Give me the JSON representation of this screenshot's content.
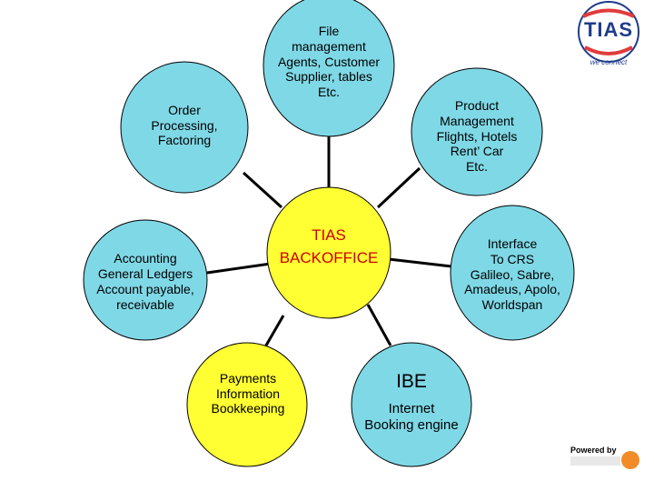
{
  "center": {
    "line1": "TIAS",
    "line2": "BACKOFFICE"
  },
  "nodes": {
    "file": [
      "File",
      "management",
      "Agents, Customer",
      "Supplier, tables",
      "Etc."
    ],
    "order": [
      "Order",
      "Processing,",
      "Factoring"
    ],
    "product": [
      "Product",
      "Management",
      "Flights, Hotels",
      "Rent’ Car",
      "Etc."
    ],
    "accounting": [
      "Accounting",
      "General Ledgers",
      "Account payable,",
      "receivable"
    ],
    "interface": [
      "Interface",
      "To CRS",
      "Galileo, Sabre,",
      "Amadeus, Apolo,",
      "Worldspan"
    ],
    "payments": [
      "Payments",
      "Information",
      "Bookkeeping"
    ],
    "ibe": {
      "title": "IBE",
      "sub": [
        "Internet",
        "Booking engine"
      ]
    }
  },
  "logo": {
    "text": "TIAS",
    "tagline": "we connect"
  },
  "footer": {
    "powered": "Powered by"
  },
  "colors": {
    "cyan": "#7fd8e6",
    "yellow": "#ffff33",
    "center_text": "#cc0000",
    "line": "#000000"
  }
}
